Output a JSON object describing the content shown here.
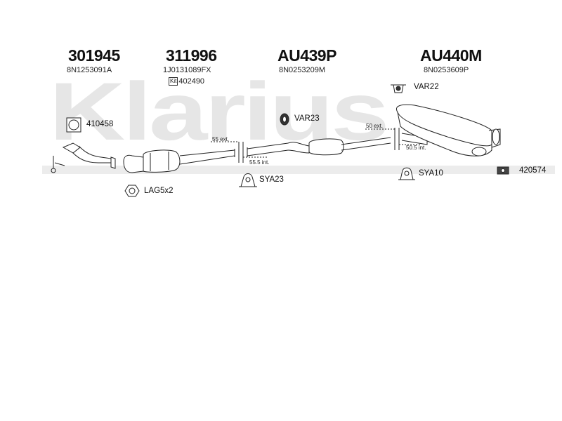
{
  "watermark": "Klarius",
  "parts": [
    {
      "code": "301945",
      "ref": "8N1253091A"
    },
    {
      "code": "311996",
      "ref": "1J0131089FX",
      "kit_label": "Kit",
      "kit_number": "402490"
    },
    {
      "code": "AU439P",
      "ref": "8N0253209M"
    },
    {
      "code": "AU440M",
      "ref": "8N0253609P"
    }
  ],
  "fittings": {
    "f410458": "410458",
    "lag": "LAG5x2",
    "var23": "VAR23",
    "var22": "VAR22",
    "sya23": "SYA23",
    "sya10": "SYA10",
    "f420574": "420574"
  },
  "dimensions": {
    "d55ext": "55 ext.",
    "d555int": "55.5 int.",
    "d50ext": "50 ext.",
    "d505int": "50.5 int."
  }
}
